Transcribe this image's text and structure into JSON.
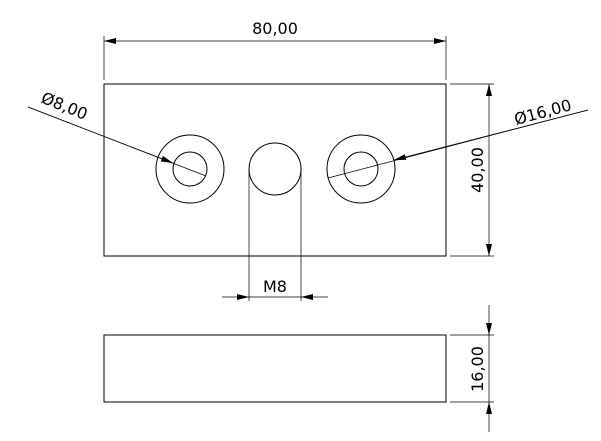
{
  "dimensions": {
    "width": "80,00",
    "height": "40,00",
    "thickness": "16,00",
    "hole_diameter": "Ø8,00",
    "counterbore_diameter": "Ø16,00",
    "thread": "M8"
  },
  "colors": {
    "line": "#000000",
    "background": "#ffffff"
  }
}
